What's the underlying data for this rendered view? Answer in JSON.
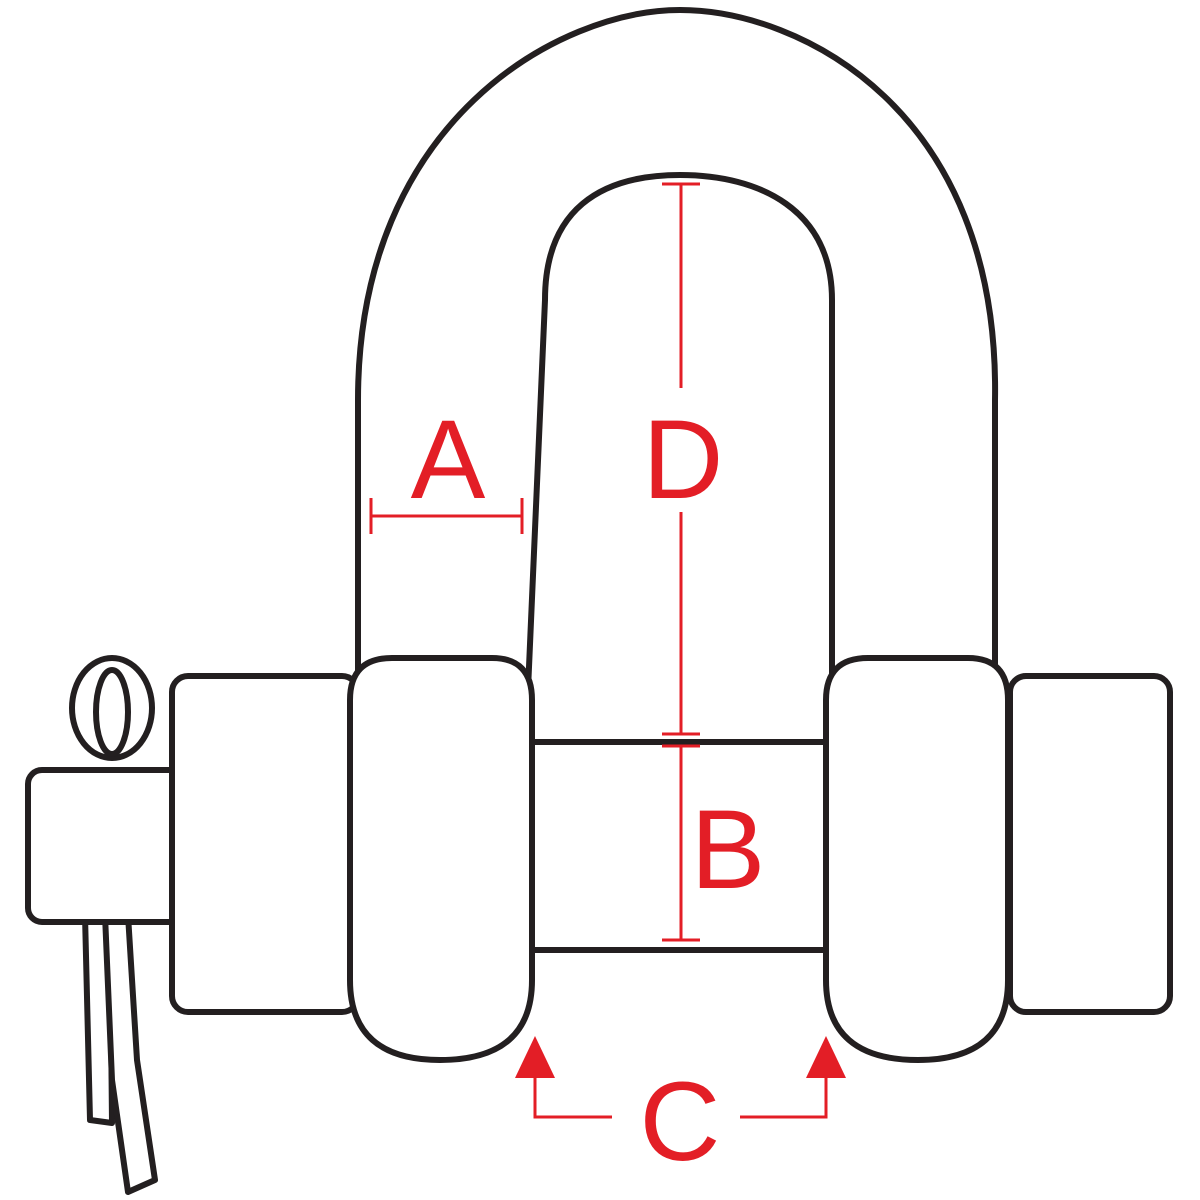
{
  "diagram": {
    "labels": {
      "a": "A",
      "b": "B",
      "c": "C",
      "d": "D"
    },
    "colors": {
      "outline": "#231f20",
      "dimension": "#e31e26",
      "background": "#ffffff"
    }
  }
}
